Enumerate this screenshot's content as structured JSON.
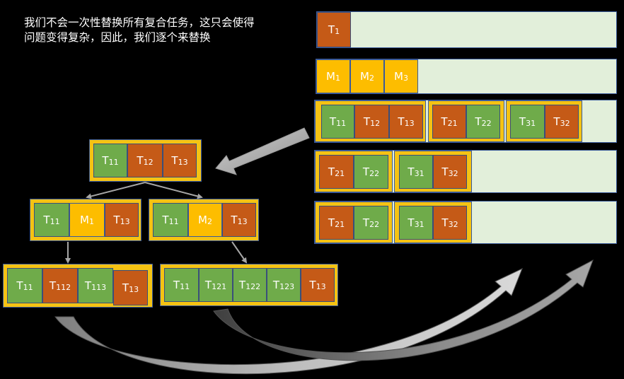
{
  "caption": {
    "line1": "我们不会一次性替换所有复合任务，这只会使得",
    "line2": "问题变得复杂，因此，我们逐个来替换"
  },
  "colors": {
    "background": "#000000",
    "row_fill": "#e2efda",
    "group_fill": "#f5c313",
    "task_green": "#6fab4a",
    "task_orange": "#c55a17",
    "method_yellow": "#fdbd00",
    "arrow_gray": "#a6a6a6"
  },
  "rows": {
    "r1": {
      "t1": {
        "base": "T",
        "sub": "1"
      }
    },
    "r2": {
      "m1": {
        "base": "M",
        "sub": "1"
      },
      "m2": {
        "base": "M",
        "sub": "2"
      },
      "m3": {
        "base": "M",
        "sub": "3"
      }
    },
    "r3": {
      "t11": {
        "base": "T",
        "sub": "11"
      },
      "t12": {
        "base": "T",
        "sub": "12"
      },
      "t13": {
        "base": "T",
        "sub": "13"
      },
      "t21": {
        "base": "T",
        "sub": "21"
      },
      "t22": {
        "base": "T",
        "sub": "22"
      },
      "t31": {
        "base": "T",
        "sub": "31"
      },
      "t32": {
        "base": "T",
        "sub": "32"
      }
    },
    "r4": {
      "t21": {
        "base": "T",
        "sub": "21"
      },
      "t22": {
        "base": "T",
        "sub": "22"
      },
      "t31": {
        "base": "T",
        "sub": "31"
      },
      "t32": {
        "base": "T",
        "sub": "32"
      }
    },
    "r5": {
      "t21": {
        "base": "T",
        "sub": "21"
      },
      "t22": {
        "base": "T",
        "sub": "22"
      },
      "t31": {
        "base": "T",
        "sub": "31"
      },
      "t32": {
        "base": "T",
        "sub": "32"
      }
    }
  },
  "tree": {
    "root": {
      "t11": {
        "base": "T",
        "sub": "11"
      },
      "t12": {
        "base": "T",
        "sub": "12"
      },
      "t13": {
        "base": "T",
        "sub": "13"
      }
    },
    "left": {
      "t11": {
        "base": "T",
        "sub": "11"
      },
      "m1": {
        "base": "M",
        "sub": "1"
      },
      "t13": {
        "base": "T",
        "sub": "13"
      }
    },
    "right": {
      "t11": {
        "base": "T",
        "sub": "11"
      },
      "m2": {
        "base": "M",
        "sub": "2"
      },
      "t13": {
        "base": "T",
        "sub": "13"
      }
    },
    "left_leaf": {
      "t11": {
        "base": "T",
        "sub": "11"
      },
      "t112": {
        "base": "T",
        "sub": "112"
      },
      "t113": {
        "base": "T",
        "sub": "113"
      },
      "t13": {
        "base": "T",
        "sub": "13"
      }
    },
    "right_leaf": {
      "t11": {
        "base": "T",
        "sub": "11"
      },
      "t121": {
        "base": "T",
        "sub": "121"
      },
      "t122": {
        "base": "T",
        "sub": "122"
      },
      "t123": {
        "base": "T",
        "sub": "123"
      },
      "t13": {
        "base": "T",
        "sub": "13"
      }
    }
  }
}
